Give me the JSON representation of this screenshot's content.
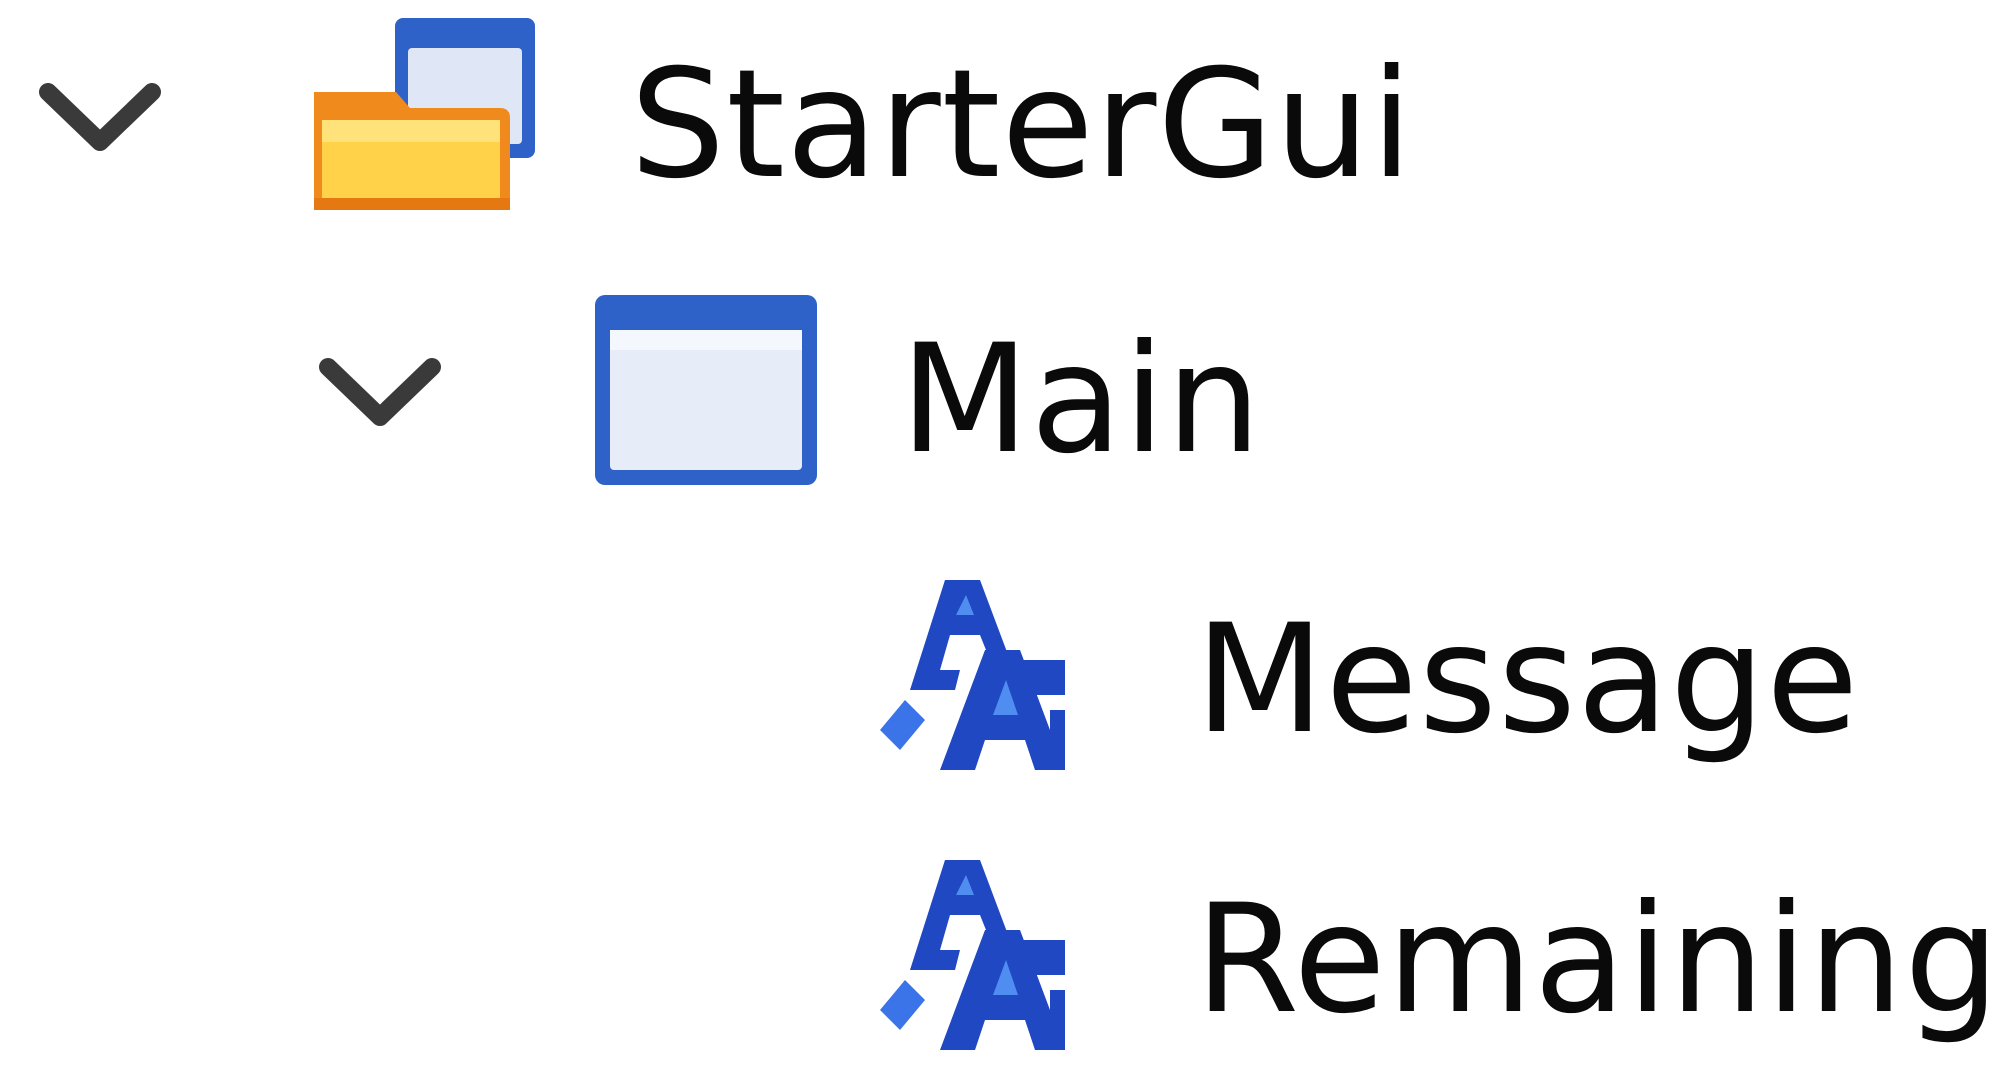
{
  "tree": {
    "items": [
      {
        "label": "StarterGui",
        "icon": "starter-gui-folder-icon",
        "expanded": true,
        "depth": 0
      },
      {
        "label": "Main",
        "icon": "screen-gui-window-icon",
        "expanded": true,
        "depth": 1
      },
      {
        "label": "Message",
        "icon": "text-label-icon",
        "depth": 2
      },
      {
        "label": "Remaining",
        "icon": "text-label-icon",
        "depth": 2
      }
    ]
  },
  "colors": {
    "chevron": "#3a3a3a",
    "folder_orange": "#f08a1c",
    "folder_yellow": "#ffd24a",
    "window_blue": "#2f62c8",
    "window_fill": "#e6ecf8",
    "text_label_blue": "#1f48c2",
    "text_label_light": "#4f8ef0",
    "text": "#0a0a0a"
  }
}
